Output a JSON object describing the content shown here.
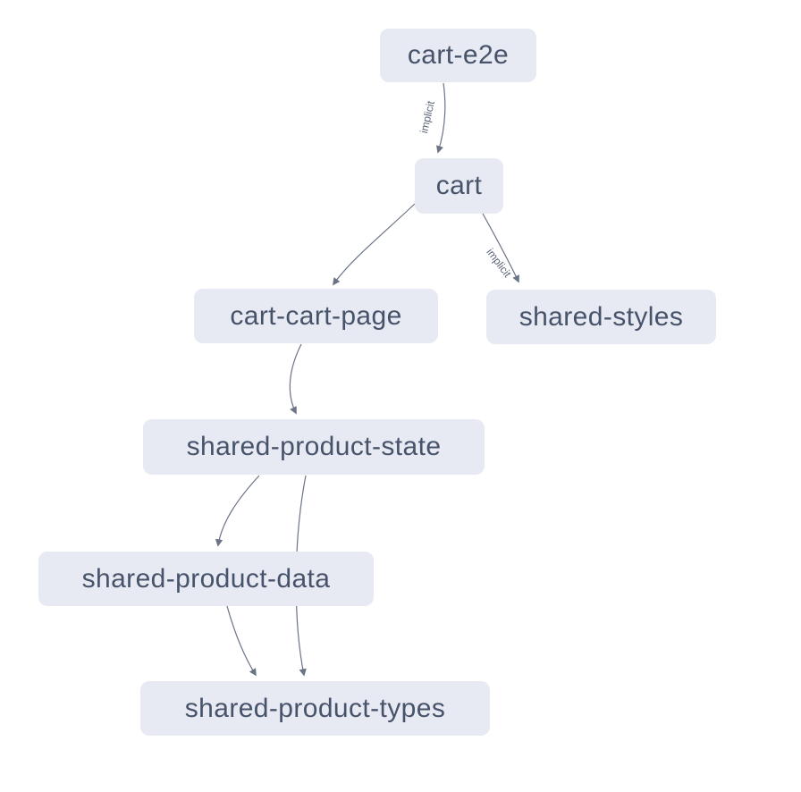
{
  "diagram": {
    "type": "dependency-graph",
    "nodes": [
      {
        "id": "cart-e2e",
        "label": "cart-e2e"
      },
      {
        "id": "cart",
        "label": "cart"
      },
      {
        "id": "cart-cart-page",
        "label": "cart-cart-page"
      },
      {
        "id": "shared-styles",
        "label": "shared-styles"
      },
      {
        "id": "shared-product-state",
        "label": "shared-product-state"
      },
      {
        "id": "shared-product-data",
        "label": "shared-product-data"
      },
      {
        "id": "shared-product-types",
        "label": "shared-product-types"
      }
    ],
    "edges": [
      {
        "from": "cart-e2e",
        "to": "cart",
        "label": "implicit"
      },
      {
        "from": "cart",
        "to": "cart-cart-page",
        "label": ""
      },
      {
        "from": "cart",
        "to": "shared-styles",
        "label": "implicit"
      },
      {
        "from": "cart-cart-page",
        "to": "shared-product-state",
        "label": ""
      },
      {
        "from": "shared-product-state",
        "to": "shared-product-data",
        "label": ""
      },
      {
        "from": "shared-product-state",
        "to": "shared-product-types",
        "label": ""
      },
      {
        "from": "shared-product-data",
        "to": "shared-product-types",
        "label": ""
      }
    ],
    "colors": {
      "node_fill": "#e7eaf2",
      "node_text": "#47536a",
      "edge_stroke": "#6b7486",
      "edge_label": "#5b6579",
      "background": "#ffffff"
    }
  }
}
